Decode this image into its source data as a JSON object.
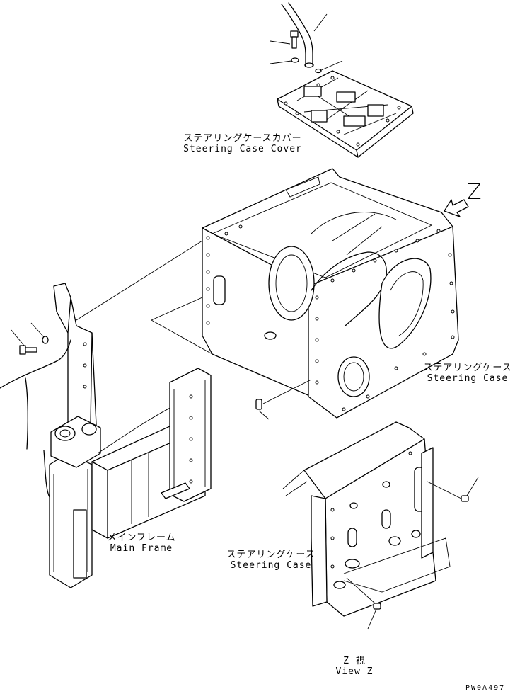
{
  "labels": {
    "cover": {
      "jp": "ステアリングケースカバー",
      "en": "Steering Case Cover"
    },
    "case_top": {
      "jp": "ステアリングケース",
      "en": "Steering Case"
    },
    "main_frame": {
      "jp": "メインフレーム",
      "en": "Main Frame"
    },
    "case_bottom": {
      "jp": "ステアリングケース",
      "en": "Steering Case"
    },
    "view_z": {
      "jp": "Z 視",
      "en": "View Z"
    },
    "z_arrow": "Z"
  },
  "drawing_code": "PW0A497"
}
